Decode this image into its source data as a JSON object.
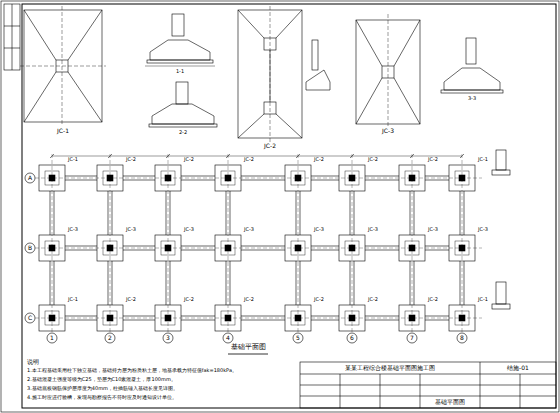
{
  "diagram": {
    "labels": [
      "JC-1",
      "1-1",
      "2-2",
      "JC-2",
      "JC-3",
      "3-3",
      "JC-1",
      "JC-2",
      "JC-2",
      "JC-2",
      "JC-2",
      "JC-2",
      "JC-2",
      "JC-1",
      "JC-3",
      "JC-3",
      "JC-3",
      "JC-3",
      "JC-3",
      "JC-3",
      "JC-3",
      "JC-3",
      "JC-1",
      "JC-2",
      "JC-2",
      "JC-2",
      "JC-2",
      "JC-2",
      "JC-2",
      "JC-1",
      "1",
      "2",
      "3",
      "4",
      "5",
      "6",
      "7",
      "8",
      "A",
      "B",
      "C",
      "基础平面图",
      "说明",
      "1.本工程基础采用柱下独立基础，基础持力层为粉质粘土层，地基承载力特征值fak=180kPa。",
      "2.基础混凝土强度等级为C25，垫层为C10素混凝土，厚100mm。",
      "3.基础底板钢筋保护层厚度为40mm，柱插筋锚入基础长度见详图。",
      "4.施工时应进行验槽，发现与勘察报告不符时应及时通知设计单位。",
      "某某工程综合楼基础平面图施工图",
      "基础平面图",
      "结施-01"
    ]
  }
}
